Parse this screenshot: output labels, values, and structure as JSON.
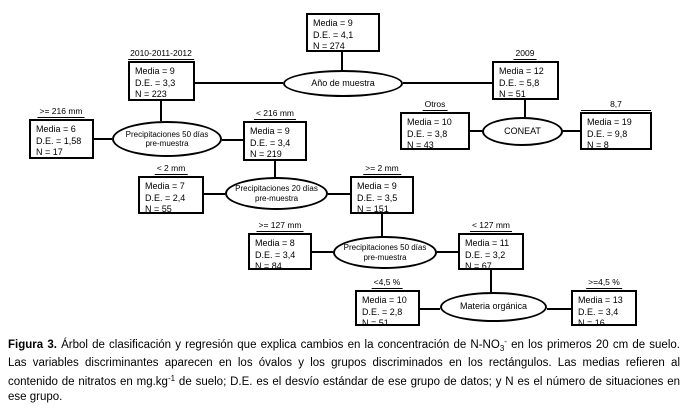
{
  "figure": {
    "nodes": {
      "root": {
        "media": "Media = 9",
        "de": "D.E. = 4,1",
        "n": "N = 274"
      },
      "y2010": {
        "label": "2010-2011-2012",
        "media": "Media = 9",
        "de": "D.E. = 3,3",
        "n": "N = 223"
      },
      "y2009": {
        "label": "2009",
        "media": "Media = 12",
        "de": "D.E. = 5,8",
        "n": "N = 51"
      },
      "ge216": {
        "label": ">= 216 mm",
        "media": "Media = 6",
        "de": "D.E. = 1,58",
        "n": "N = 17"
      },
      "lt216": {
        "label": "< 216 mm",
        "media": "Media = 9",
        "de": "D.E. = 3,4",
        "n": "N = 219"
      },
      "otros": {
        "label": "Otros",
        "media": "Media = 10",
        "de": "D.E. = 3,8",
        "n": "N = 43"
      },
      "g87": {
        "label": "8,7",
        "media": "Media = 19",
        "de": "D.E. = 9,8",
        "n": "N = 8"
      },
      "lt2": {
        "label": "< 2 mm",
        "media": "Media = 7",
        "de": "D.E. = 2,4",
        "n": "N = 55"
      },
      "ge2": {
        "label": ">= 2 mm",
        "media": "Media = 9",
        "de": "D.E. = 3,5",
        "n": "N = 151"
      },
      "ge127": {
        "label": ">= 127 mm",
        "media": "Media = 8",
        "de": "D.E. = 3,4",
        "n": "N = 84"
      },
      "lt127": {
        "label": "< 127 mm",
        "media": "Media = 11",
        "de": "D.E. = 3,2",
        "n": "N = 67"
      },
      "lt45": {
        "label": "<4,5 %",
        "media": "Media = 10",
        "de": "D.E. = 2,8",
        "n": "N = 51"
      },
      "ge45": {
        "label": ">=4,5 %",
        "media": "Media = 13",
        "de": "D.E. = 3,4",
        "n": "N = 16"
      }
    },
    "ovals": {
      "anio": "Año de muestra",
      "p50a_l1": "Precipitaciones 50 días",
      "p50a_l2": "pre-muestra",
      "coneat": "CONEAT",
      "p20_l1": "Precipitaciones 20 días",
      "p20_l2": "pre-muestra",
      "p50b_l1": "Precipitaciones 50 días",
      "p50b_l2": "pre-muestra",
      "mo": "Materia orgánica"
    },
    "caption": {
      "label": "Figura 3.",
      "part1": " Árbol de clasificación y regresión que explica cambios en la concentración de N-NO",
      "sub1": "3",
      "sup1": "-",
      "part2": " en los primeros 20 cm de suelo. Las variables discriminantes aparecen en los óvalos y los grupos discriminados en los rectángulos. Las medias refieren al contenido de nitratos en mg.kg",
      "sup2": "-1",
      "part3": " de suelo; D.E. es el desvío estándar de ese grupo de datos; y N es el número de situaciones en ese grupo."
    }
  }
}
